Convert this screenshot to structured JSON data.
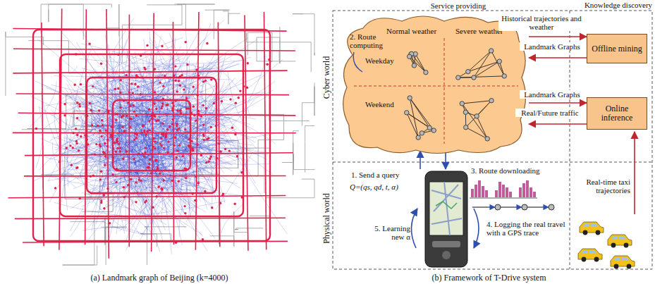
{
  "diagram": {
    "nodes": [
      {
        "text": [
          "2. Route computing",
          "Normal weather",
          "Severe weather",
          "Weekday",
          "Weekend"
        ]
      },
      {
        "text": [
          "Offline mining"
        ]
      },
      {
        "text": [
          "Online inference"
        ]
      }
    ],
    "edges": [
      {
        "from": 0,
        "to": 1,
        "label": "Historical trajectories and weather",
        "arrow": "to"
      },
      {
        "from": 1,
        "to": 0,
        "label": "Landmark Graphs",
        "arrow": "to"
      },
      {
        "from": 0,
        "to": 2,
        "label": "Landmark Graphs",
        "arrow": "to"
      },
      {
        "from": 2,
        "to": 0,
        "label": "Real/Future traffic",
        "arrow": "to"
      }
    ],
    "labels": [
      "Service providing",
      "Knowledge discovery",
      "Cyber world",
      "Physical world",
      "1. Send a query",
      "Q=(qs, qd, t, α)",
      "3. Route downloading",
      "4. Logging the real travel with a GPS trace",
      "5. Learning new α",
      "Real-time taxi trajectories",
      "(a) Landmark graph of Beijing (k=4000)",
      "(b) Framework of T-Drive system"
    ]
  }
}
